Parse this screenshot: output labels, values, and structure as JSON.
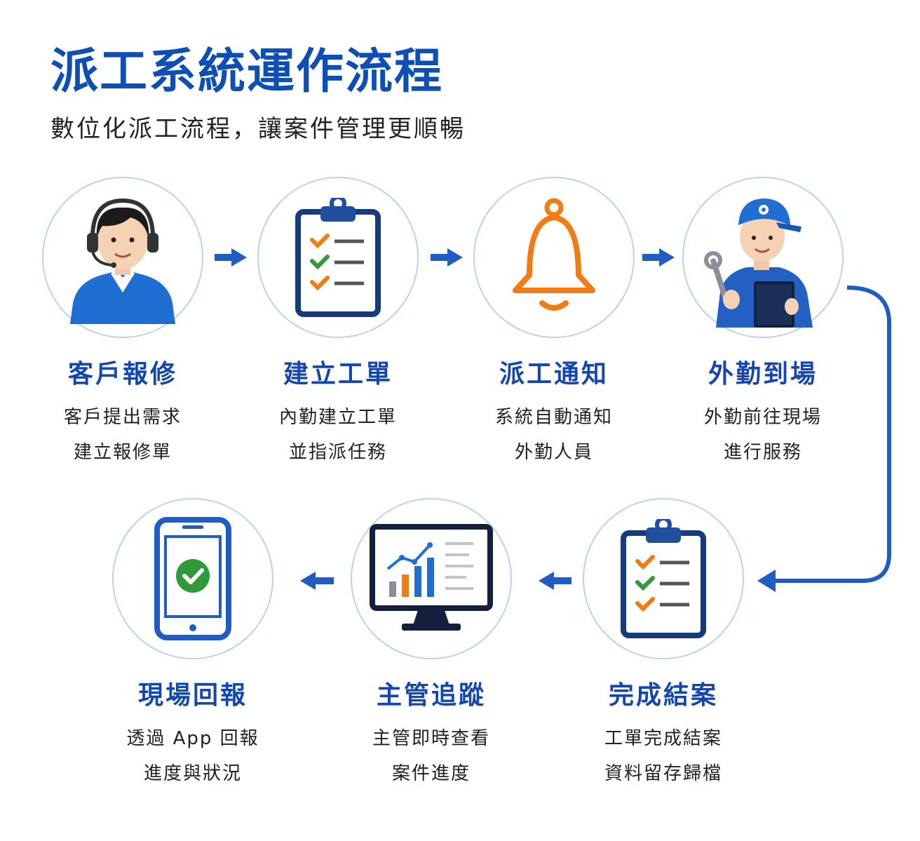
{
  "title": "派工系統運作流程",
  "subtitle": "數位化派工流程，讓案件管理更順暢",
  "steps": [
    {
      "title": "客戶報修",
      "lines": [
        "客戶提出需求",
        "建立報修單"
      ],
      "icon": "customer-service-agent-icon"
    },
    {
      "title": "建立工單",
      "lines": [
        "內勤建立工單",
        "並指派任務"
      ],
      "icon": "clipboard-checklist-icon"
    },
    {
      "title": "派工通知",
      "lines": [
        "系統自動通知",
        "外勤人員"
      ],
      "icon": "bell-icon"
    },
    {
      "title": "外勤到場",
      "lines": [
        "外勤前往現場",
        "進行服務"
      ],
      "icon": "field-technician-icon"
    },
    {
      "title": "完成結案",
      "lines": [
        "工單完成結案",
        "資料留存歸檔"
      ],
      "icon": "clipboard-checklist-icon"
    },
    {
      "title": "主管追蹤",
      "lines": [
        "主管即時查看",
        "案件進度"
      ],
      "icon": "monitor-chart-icon"
    },
    {
      "title": "現場回報",
      "lines": [
        "透過 App 回報",
        "進度與狀況"
      ],
      "icon": "mobile-check-icon"
    }
  ],
  "colors": {
    "primary": "#1347b0",
    "accent": "#f07c14",
    "check": "#2f9a3a",
    "circle_border": "#b9d3f0"
  }
}
